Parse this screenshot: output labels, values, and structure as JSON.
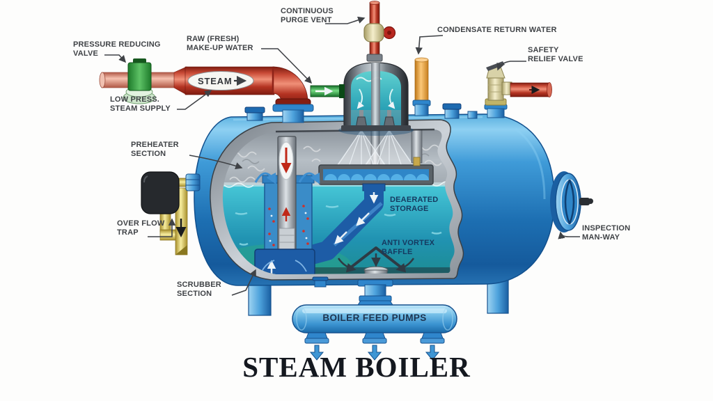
{
  "title": "STEAM BOILER",
  "labels": {
    "pressure_reducing_valve": "PRESSURE REDUCING\nVALVE",
    "raw_makeup_water": "RAW (FRESH)\nMAKE-UP WATER",
    "continuous_purge_vent": "CONTINUOUS\nPURGE VENT",
    "condensate_return_water": "CONDENSATE RETURN WATER",
    "safety_relief_valve": "SAFETY\nRELIEF VALVE",
    "low_press_steam_supply": "LOW PRESS.\nSTEAM SUPPLY",
    "steam_flow": "STEAM",
    "preheater_section": "PREHEATER\nSECTION",
    "overflow_trap": "OVER FLOW\nTRAP",
    "deaerated_storage": "DEAERATED\nSTORAGE",
    "anti_vortex_baffle": "ANTI VORTEX\nBAFFLE",
    "inspection_manway": "INSPECTION\nMAN-WAY",
    "scrubber_section": "SCRUBBER\nSECTION",
    "boiler_feed_pumps": "BOILER FEED PUMPS"
  },
  "colors": {
    "tank_blue": "#2e86c8",
    "interior_water_teal": "#2aa8bc",
    "shell_gray": "#a8aeb4",
    "pipe_red": "#c0392b",
    "pipe_salmon": "#e89a86",
    "pipe_orange": "#f0a24c",
    "pipe_yellow": "#e8dc8a",
    "pipe_green": "#2fa04a",
    "valve_green": "#3aa045",
    "valve_cream": "#e8e2b8",
    "trap_black": "#26292d",
    "label_text": "#3f4246",
    "inner_label_text": "#15395f",
    "title_text": "#14181f"
  }
}
